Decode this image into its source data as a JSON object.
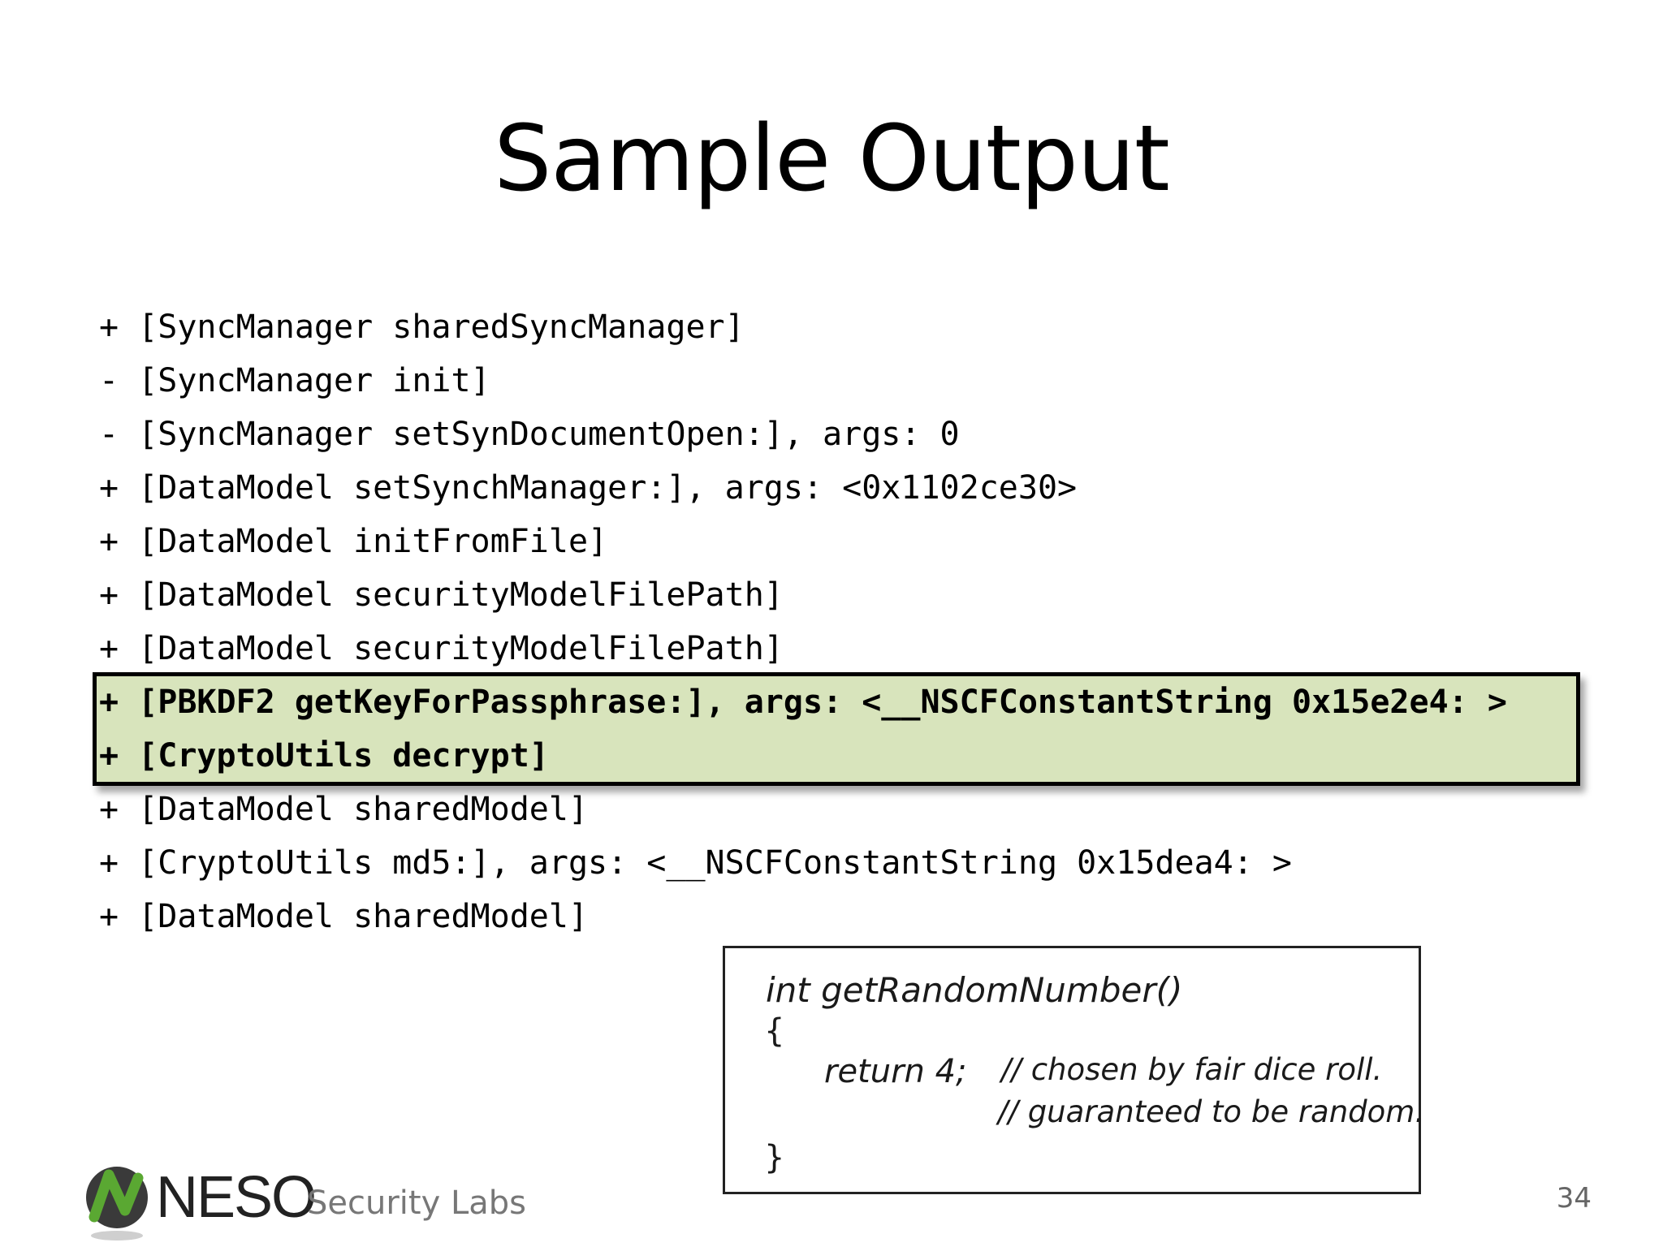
{
  "slide": {
    "title": "Sample Output",
    "page_number": "34"
  },
  "log_lines": [
    {
      "text": "+ [SyncManager sharedSyncManager]",
      "highlighted": false
    },
    {
      "text": "- [SyncManager init]",
      "highlighted": false
    },
    {
      "text": "- [SyncManager setSynDocumentOpen:], args: 0",
      "highlighted": false
    },
    {
      "text": "+ [DataModel setSynchManager:], args: <0x1102ce30>",
      "highlighted": false
    },
    {
      "text": "+ [DataModel initFromFile]",
      "highlighted": false
    },
    {
      "text": "+ [DataModel securityModelFilePath]",
      "highlighted": false
    },
    {
      "text": "+ [DataModel securityModelFilePath]",
      "highlighted": false
    },
    {
      "text": "+ [PBKDF2 getKeyForPassphrase:], args: <__NSCFConstantString 0x15e2e4: >",
      "highlighted": true
    },
    {
      "text": "+ [CryptoUtils decrypt]",
      "highlighted": true
    },
    {
      "text": "+ [DataModel sharedModel]",
      "highlighted": false
    },
    {
      "text": "+ [CryptoUtils md5:], args: <__NSCFConstantString 0x15dea4: >",
      "highlighted": false
    },
    {
      "text": "+ [DataModel sharedModel]",
      "highlighted": false
    }
  ],
  "highlight": {
    "fill_color": "#d8e4bc",
    "border_color": "#000000"
  },
  "comic": {
    "line_signature": "int getRandomNumber()",
    "line_open_brace": "{",
    "line_return": "return 4;",
    "line_comment_1": "// chosen by fair dice roll.",
    "line_comment_2": "// guaranteed to be random.",
    "line_close_brace": "}"
  },
  "logo": {
    "wordmark": "NESO",
    "subtitle": "Security Labs",
    "icon": "neso-n-logo-icon",
    "brand_green": "#5aa832"
  }
}
